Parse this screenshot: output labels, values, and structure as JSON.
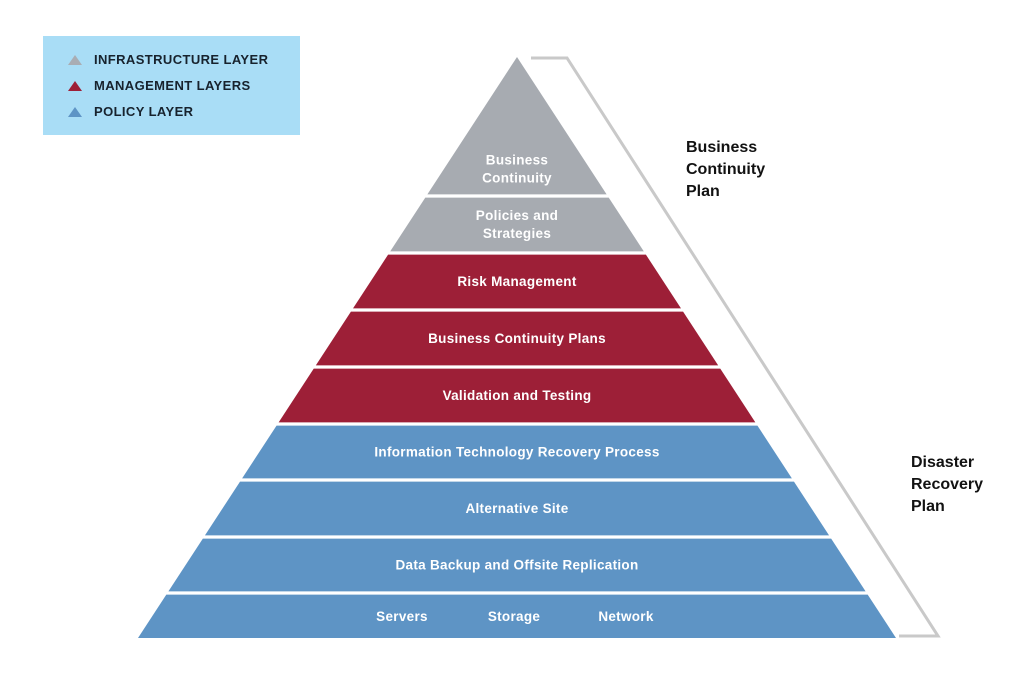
{
  "legend": {
    "items": [
      {
        "label": "INFRASTRUCTURE LAYER",
        "color": "#a9adb4",
        "icon": "triangle-icon"
      },
      {
        "label": "MANAGEMENT LAYERS",
        "color": "#9d1f37",
        "icon": "triangle-icon"
      },
      {
        "label": "POLICY LAYER",
        "color": "#5e94c5",
        "icon": "triangle-icon"
      }
    ]
  },
  "pyramid": {
    "layers": [
      {
        "lines": [
          "Business",
          "Continuity"
        ],
        "color_key": "gray"
      },
      {
        "lines": [
          "Policies and",
          "Strategies"
        ],
        "color_key": "gray"
      },
      {
        "lines": [
          "Risk Management"
        ],
        "color_key": "red"
      },
      {
        "lines": [
          "Business Continuity Plans"
        ],
        "color_key": "red"
      },
      {
        "lines": [
          "Validation and Testing"
        ],
        "color_key": "red"
      },
      {
        "lines": [
          "Information Technology Recovery Process"
        ],
        "color_key": "blue"
      },
      {
        "lines": [
          "Alternative Site"
        ],
        "color_key": "blue"
      },
      {
        "lines": [
          "Data Backup and Offsite Replication"
        ],
        "color_key": "blue"
      },
      {
        "items": [
          "Servers",
          "Storage",
          "Network"
        ],
        "color_key": "blue"
      }
    ]
  },
  "annotations": {
    "business_continuity_plan": "Business\nContinuity\nPlan",
    "disaster_recovery_plan": "Disaster\nRecovery\nPlan"
  },
  "colors": {
    "gray": "#a7abb1",
    "red": "#9d1f37",
    "blue": "#5e94c5",
    "legend_bg": "#a9ddf6",
    "legend_text": "#17222d",
    "annotation_text": "#121212",
    "bracket": "#c9c9c9",
    "layer_label": "#ffffff",
    "background": "#ffffff"
  }
}
